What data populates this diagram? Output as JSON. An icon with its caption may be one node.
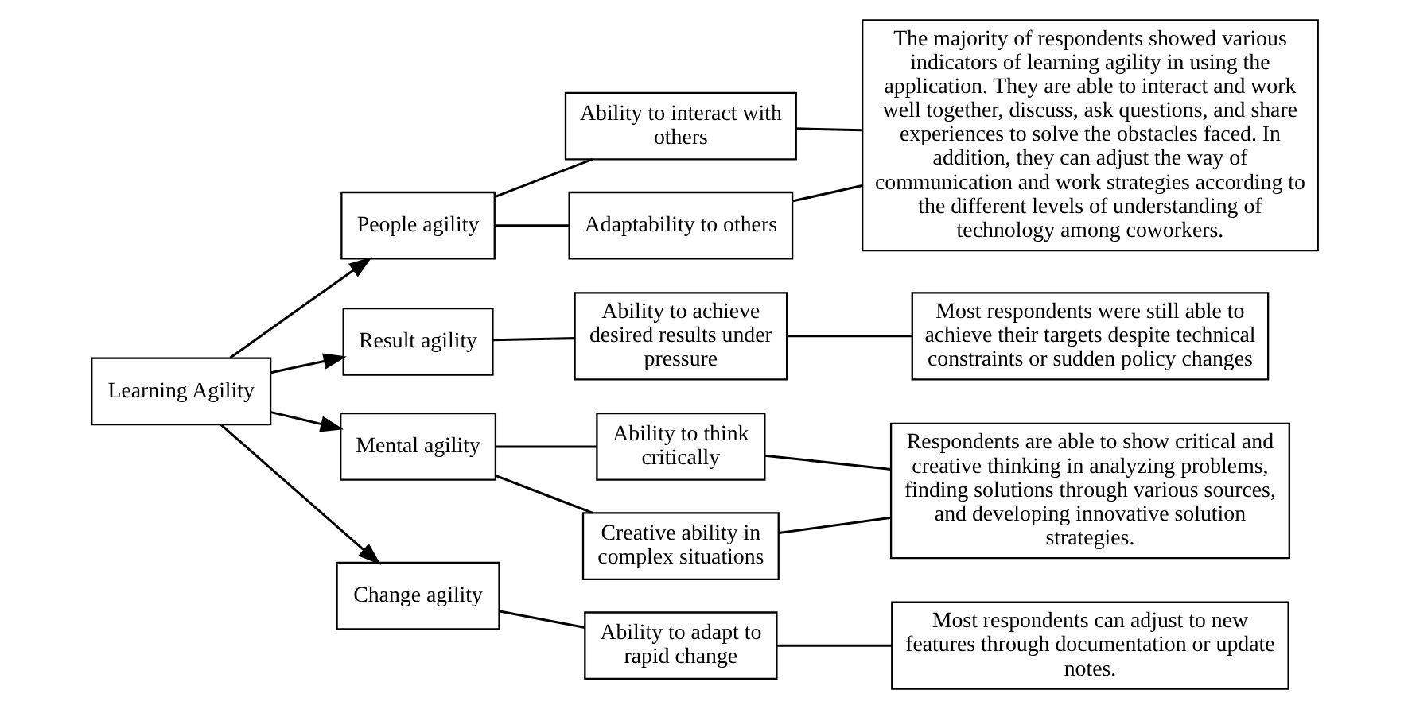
{
  "diagram": {
    "nodes": [
      {
        "text": [
          "Learning Agility"
        ]
      },
      {
        "text": [
          "People agility"
        ]
      },
      {
        "text": [
          "Result agility"
        ]
      },
      {
        "text": [
          "Mental agility"
        ]
      },
      {
        "text": [
          "Change agility"
        ]
      },
      {
        "text": [
          "Ability to interact with others"
        ]
      },
      {
        "text": [
          "Adaptability to others"
        ]
      },
      {
        "text": [
          "Ability to achieve desired results under pressure"
        ]
      },
      {
        "text": [
          "Ability to think critically"
        ]
      },
      {
        "text": [
          "Creative ability in complex situations"
        ]
      },
      {
        "text": [
          "Ability to adapt to rapid change"
        ]
      },
      {
        "text": [
          "The majority of respondents showed various indicators of learning agility in using the application. They are able to interact and work well together, discuss, ask questions, and share experiences to solve the obstacles faced. In addition, they can adjust the way of communication and work strategies according to the different levels of understanding of technology among coworkers."
        ]
      },
      {
        "text": [
          "Most respondents were still able to achieve their targets despite technical constraints or sudden policy changes"
        ]
      },
      {
        "text": [
          "Respondents are able to show critical and creative thinking in analyzing problems, finding solutions through various sources, and developing innovative solution strategies."
        ]
      },
      {
        "text": [
          "Most respondents can adjust to new features through documentation or update notes."
        ]
      }
    ],
    "edges": [
      {
        "from": 0,
        "to": 1,
        "arrow": "to"
      },
      {
        "from": 0,
        "to": 2,
        "arrow": "to"
      },
      {
        "from": 0,
        "to": 3,
        "arrow": "to"
      },
      {
        "from": 0,
        "to": 4,
        "arrow": "to"
      },
      {
        "from": 1,
        "to": 5,
        "arrow": "none"
      },
      {
        "from": 1,
        "to": 6,
        "arrow": "none"
      },
      {
        "from": 2,
        "to": 7,
        "arrow": "none"
      },
      {
        "from": 3,
        "to": 8,
        "arrow": "none"
      },
      {
        "from": 3,
        "to": 9,
        "arrow": "none"
      },
      {
        "from": 4,
        "to": 10,
        "arrow": "none"
      },
      {
        "from": 5,
        "to": 11,
        "arrow": "none"
      },
      {
        "from": 6,
        "to": 11,
        "arrow": "none"
      },
      {
        "from": 7,
        "to": 12,
        "arrow": "none"
      },
      {
        "from": 8,
        "to": 13,
        "arrow": "none"
      },
      {
        "from": 9,
        "to": 13,
        "arrow": "none"
      },
      {
        "from": 10,
        "to": 14,
        "arrow": "none"
      }
    ]
  }
}
